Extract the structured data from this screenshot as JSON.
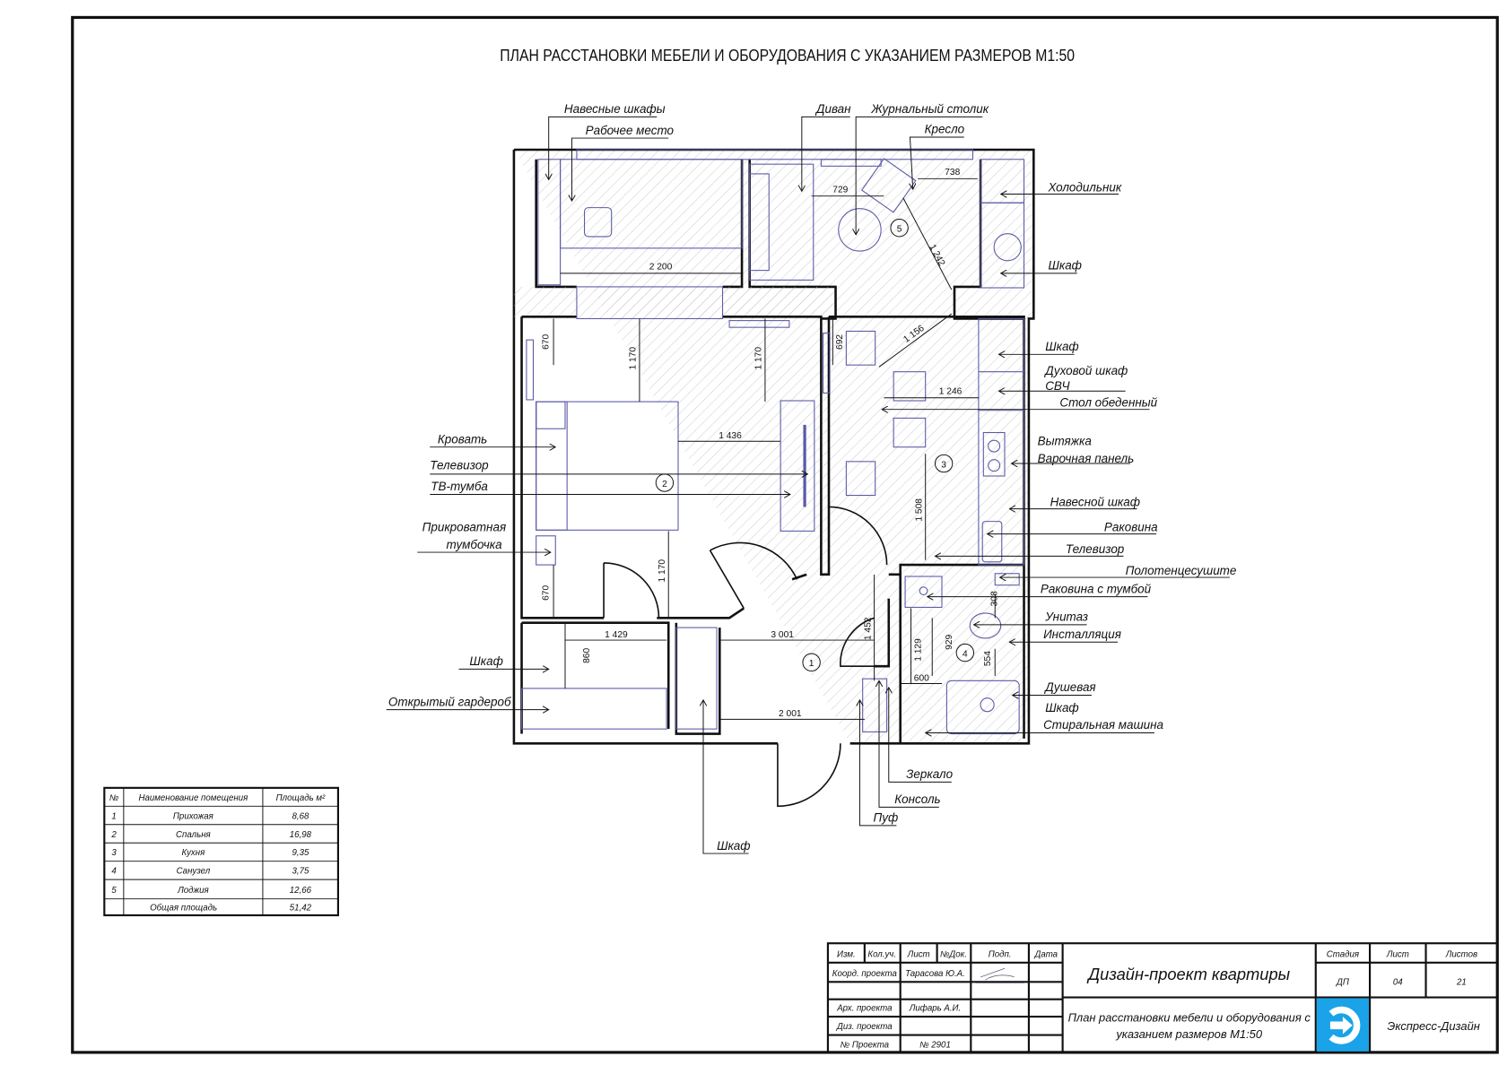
{
  "title": "ПЛАН РАССТАНОВКИ МЕБЕЛИ И ОБОРУДОВАНИЯ С УКАЗАНИЕМ РАЗМЕРОВ М1:50",
  "labels": {
    "hanging_cabinets": "Навесные шкафы",
    "workplace": "Рабочее место",
    "sofa": "Диван",
    "coffee_table": "Журнальный столик",
    "armchair": "Кресло",
    "fridge": "Холодильник",
    "cabinet_loggia": "Шкаф",
    "cabinet_kitchen": "Шкаф",
    "oven": "Духовой шкаф",
    "microwave": "СВЧ",
    "dining_table": "Стол обеденный",
    "hood": "Вытяжка",
    "hob": "Варочная панель",
    "wall_cabinet": "Навесной шкаф",
    "sink": "Раковина",
    "tv_kitchen": "Телевизор",
    "towel_dryer": "Полотенцесушите",
    "sink_vanity": "Раковина с тумбой",
    "toilet": "Унитаз",
    "installation": "Инсталляция",
    "shower": "Душевая",
    "cabinet_bath": "Шкаф",
    "washer": "Стиральная машина",
    "bed": "Кровать",
    "tv_bedroom": "Телевизор",
    "tv_stand": "ТВ-тумба",
    "nightstand_1": "Прикроватная",
    "nightstand_2": "тумбочка",
    "cabinet_wardrobe": "Шкаф",
    "open_wardrobe": "Открытый гардероб",
    "mirror": "Зеркало",
    "console": "Консоль",
    "pouf": "Пуф",
    "cabinet_hall": "Шкаф"
  },
  "dimensions": [
    "729",
    "738",
    "1 242",
    "2 200",
    "670",
    "1 170",
    "1 170",
    "692",
    "1 156",
    "1 246",
    "1 436",
    "1 508",
    "1 170",
    "670",
    "1 429",
    "860",
    "3 001",
    "1 452",
    "1 129",
    "929",
    "554",
    "308",
    "600",
    "2 001"
  ],
  "rooms": [
    "1",
    "2",
    "3",
    "4",
    "5"
  ],
  "area_table": {
    "headers": [
      "№",
      "Наименование помещения",
      "Площадь м²"
    ],
    "rows": [
      [
        "1",
        "Прихожая",
        "8,68"
      ],
      [
        "2",
        "Спальня",
        "16,98"
      ],
      [
        "3",
        "Кухня",
        "9,35"
      ],
      [
        "4",
        "Санузел",
        "3,75"
      ],
      [
        "5",
        "Лоджия",
        "12,66"
      ],
      [
        "",
        "Общая площадь",
        "51,42"
      ]
    ]
  },
  "title_block": {
    "headers": [
      "Изм.",
      "Кол.уч.",
      "Лист",
      "№Док.",
      "Подп.",
      "Дата"
    ],
    "roles": [
      "Коорд. проекта",
      "Арх. проекта",
      "Диз. проекта",
      "№ Проекта"
    ],
    "names": [
      "Тарасова Ю.А.",
      "Лифарь А.И.",
      "№ 2901"
    ],
    "project": "Дизайн-проект квартиры",
    "sheet_title_1": "План расстановки мебели и оборудования с",
    "sheet_title_2": "указанием размеров  М1:50",
    "stage_label": "Стадия",
    "sheet_label": "Лист",
    "sheets_label": "Листов",
    "stage": "ДП",
    "sheet": "04",
    "sheets": "21",
    "company": "Экспресс-Дизайн",
    "logo_color": "#1aa3e8"
  }
}
